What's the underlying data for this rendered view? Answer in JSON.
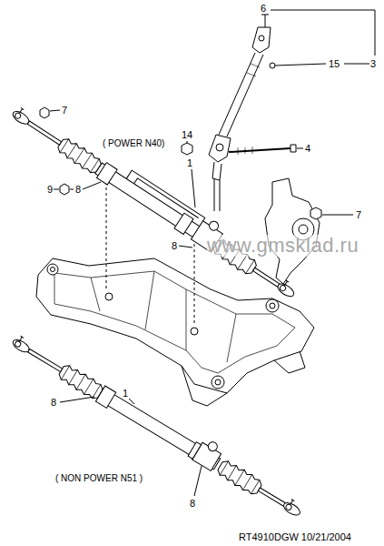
{
  "diagram": {
    "labels": [
      "6",
      "15",
      "3",
      "7",
      "14",
      "( POWER N40)",
      "1",
      "4",
      "9",
      "8",
      "7",
      "8",
      "www.gmsklad.ru",
      "8",
      "1",
      "( NON POWER N51 )",
      "8",
      "RT4910DGW 10/21/2004"
    ]
  }
}
